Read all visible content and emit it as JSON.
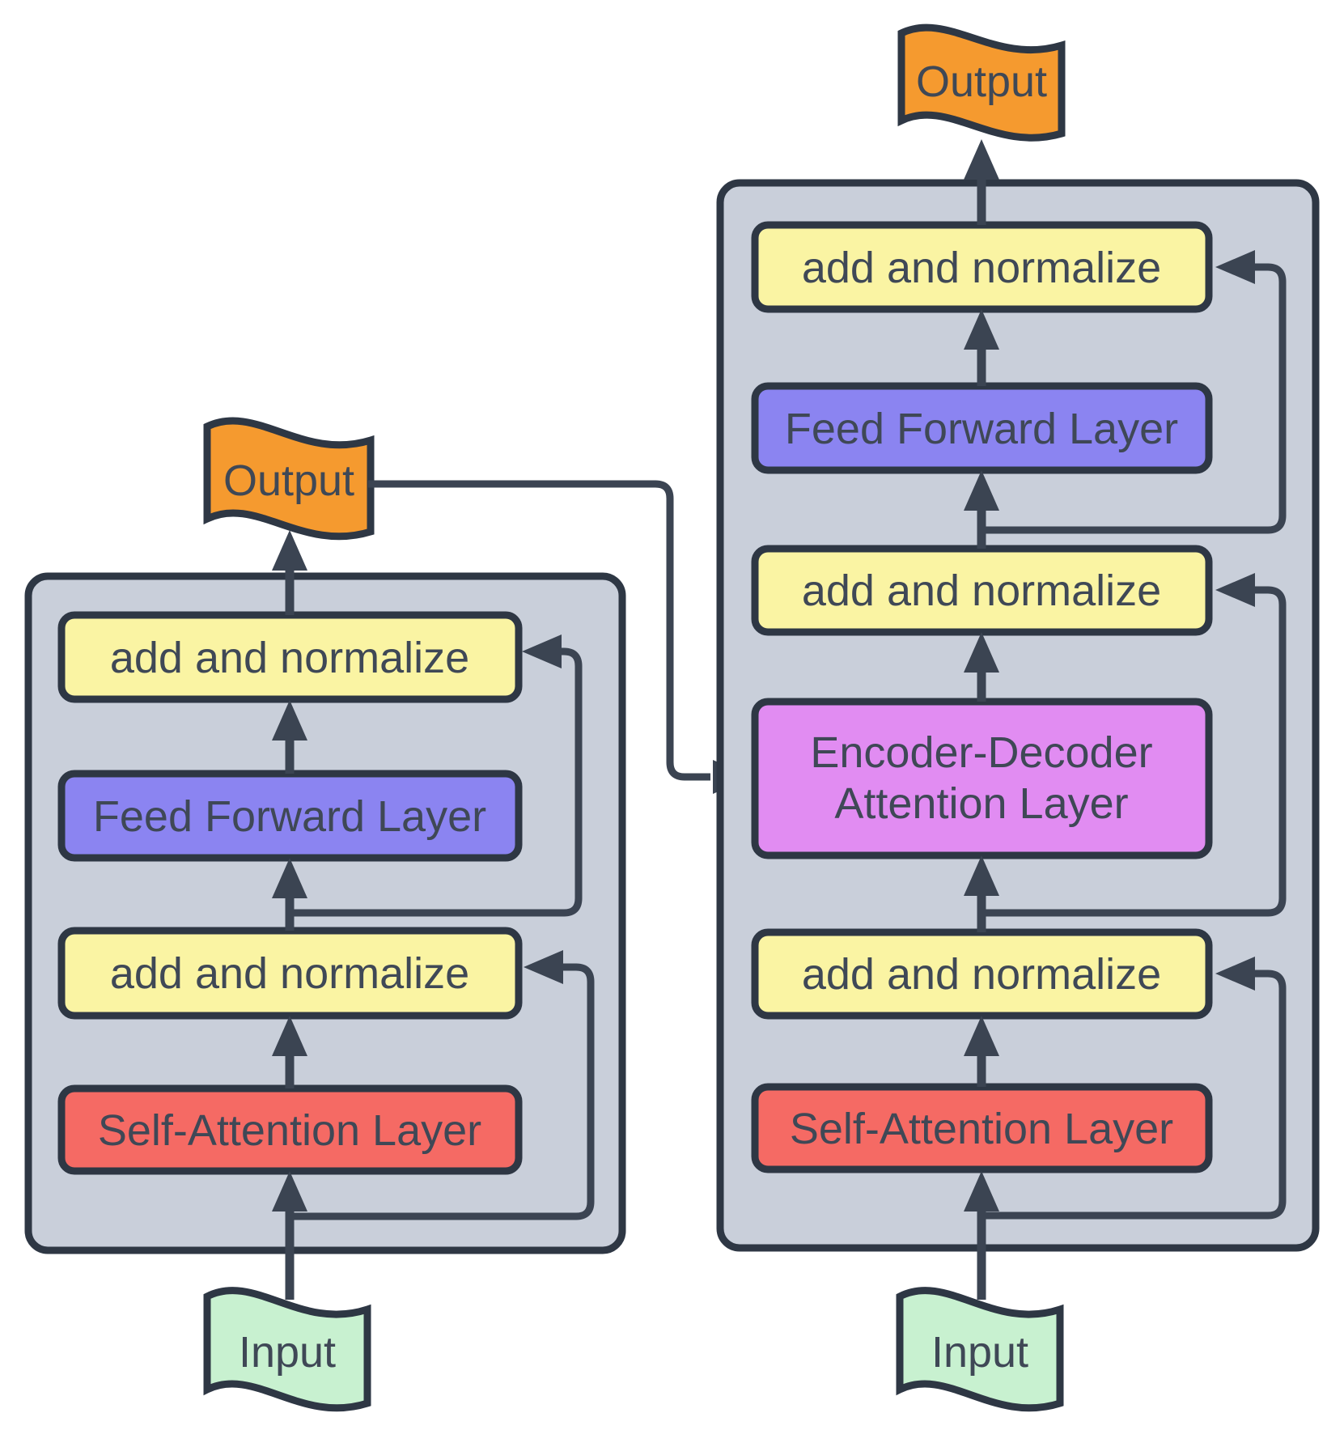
{
  "colors": {
    "background": "#ffffff",
    "container_fill": "#c9cfda",
    "container_border": "#2e3744",
    "line": "#3b4452",
    "text": "#3f4856",
    "yellow": "#faf4a3",
    "purple": "#8b84f1",
    "red": "#f56a64",
    "magenta": "#e18cf2",
    "orange": "#f59a2f",
    "green": "#c8f1d0"
  },
  "encoder": {
    "output_flag": {
      "label": "Output"
    },
    "blocks": [
      {
        "label": "add and normalize",
        "color": "#faf4a3"
      },
      {
        "label": "Feed Forward Layer",
        "color": "#8b84f1"
      },
      {
        "label": "add and normalize",
        "color": "#faf4a3"
      },
      {
        "label": "Self-Attention Layer",
        "color": "#f56a64"
      }
    ],
    "input_flag": {
      "label": "Input"
    }
  },
  "decoder": {
    "output_flag": {
      "label": "Output"
    },
    "blocks": [
      {
        "label": "add and normalize",
        "color": "#faf4a3"
      },
      {
        "label": "Feed Forward Layer",
        "color": "#8b84f1"
      },
      {
        "label": "add and normalize",
        "color": "#faf4a3"
      },
      {
        "label_line1": "Encoder-Decoder",
        "label_line2": "Attention Layer",
        "color": "#e18cf2"
      },
      {
        "label": "add and normalize",
        "color": "#faf4a3"
      },
      {
        "label": "Self-Attention Layer",
        "color": "#f56a64"
      }
    ],
    "input_flag": {
      "label": "Input"
    }
  }
}
